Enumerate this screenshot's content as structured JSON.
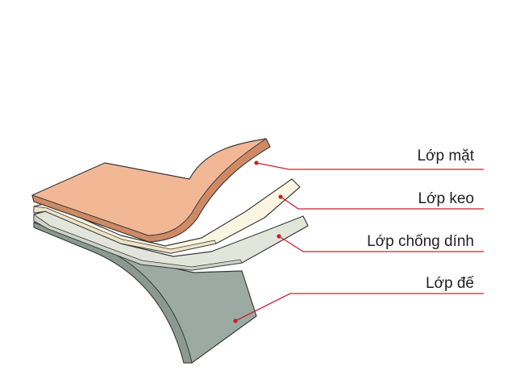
{
  "diagram": {
    "labels": {
      "face": "Lớp mặt",
      "adhesive": "Lớp keo",
      "release": "Lớp chống dính",
      "base": "Lớp đế"
    },
    "colors": {
      "face": "#f2b896",
      "face_edge": "#cf8a63",
      "adhesive": "#fbf6e1",
      "release": "#e2e5da",
      "base": "#9baba3",
      "outline": "#3a3a3a",
      "leader": "#c8202a"
    }
  }
}
